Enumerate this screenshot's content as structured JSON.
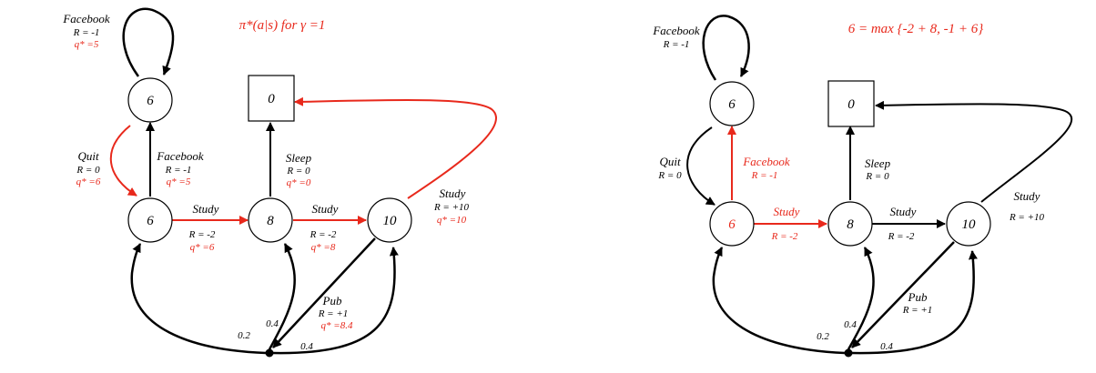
{
  "colors": {
    "highlight": "#e8291c",
    "edge": "#000000"
  },
  "left": {
    "title": "π*(a|s) for γ =1",
    "states": {
      "facebook": "6",
      "class1": "6",
      "class2": "8",
      "class3": "10",
      "sleep": "0"
    },
    "labels": {
      "facebook_loop": {
        "name": "Facebook",
        "reward": "R = -1",
        "q": "q* =5"
      },
      "quit": {
        "name": "Quit",
        "reward": "R = 0",
        "q": "q* =6"
      },
      "facebook_up": {
        "name": "Facebook",
        "reward": "R = -1",
        "q": "q* =5"
      },
      "sleep": {
        "name": "Sleep",
        "reward": "R = 0",
        "q": "q* =0"
      },
      "study1": {
        "name": "Study",
        "reward": "R = -2",
        "q": "q* =6"
      },
      "study2": {
        "name": "Study",
        "reward": "R = -2",
        "q": "q* =8"
      },
      "study3": {
        "name": "Study",
        "reward": "R = +10",
        "q": "q* =10"
      },
      "pub": {
        "name": "Pub",
        "reward": "R = +1",
        "q": "q* =8.4"
      },
      "p02": "0.2",
      "p04a": "0.4",
      "p04b": "0.4"
    }
  },
  "right": {
    "title": "6 = max {-2 + 8,  -1 + 6}",
    "states": {
      "facebook": "6",
      "class1": "6",
      "class2": "8",
      "class3": "10",
      "sleep": "0"
    },
    "labels": {
      "facebook_loop": {
        "name": "Facebook",
        "reward": "R = -1"
      },
      "quit": {
        "name": "Quit",
        "reward": "R = 0"
      },
      "facebook_up": {
        "name": "Facebook",
        "reward": "R = -1"
      },
      "sleep": {
        "name": "Sleep",
        "reward": "R = 0"
      },
      "study1": {
        "name": "Study",
        "reward": "R = -2"
      },
      "study2": {
        "name": "Study",
        "reward": "R = -2"
      },
      "study3": {
        "name": "Study",
        "reward": "R = +10"
      },
      "pub": {
        "name": "Pub",
        "reward": "R = +1"
      },
      "p02": "0.2",
      "p04a": "0.4",
      "p04b": "0.4"
    }
  }
}
